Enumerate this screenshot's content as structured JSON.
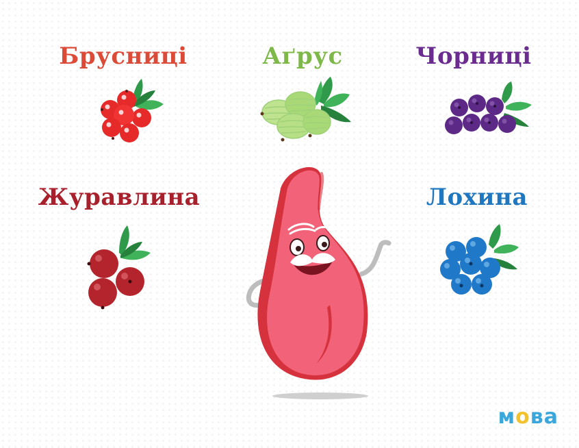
{
  "labels": {
    "brusnytsi": "Брусниці",
    "agrus": "Аґрус",
    "chornytsi": "Чорниці",
    "zhuravlyna": "Журавлина",
    "lokhyna": "Лохина"
  },
  "logo": {
    "before": "м",
    "o": "о",
    "after": "ва"
  },
  "colors": {
    "brusnytsi": "#dc4a38",
    "agrus": "#7db848",
    "chornytsi": "#6a2c8f",
    "zhuravlyna": "#a8202c",
    "lokhyna": "#1f78bf",
    "mascot_body": "#f2637a",
    "logo": "#3aa7dc"
  }
}
